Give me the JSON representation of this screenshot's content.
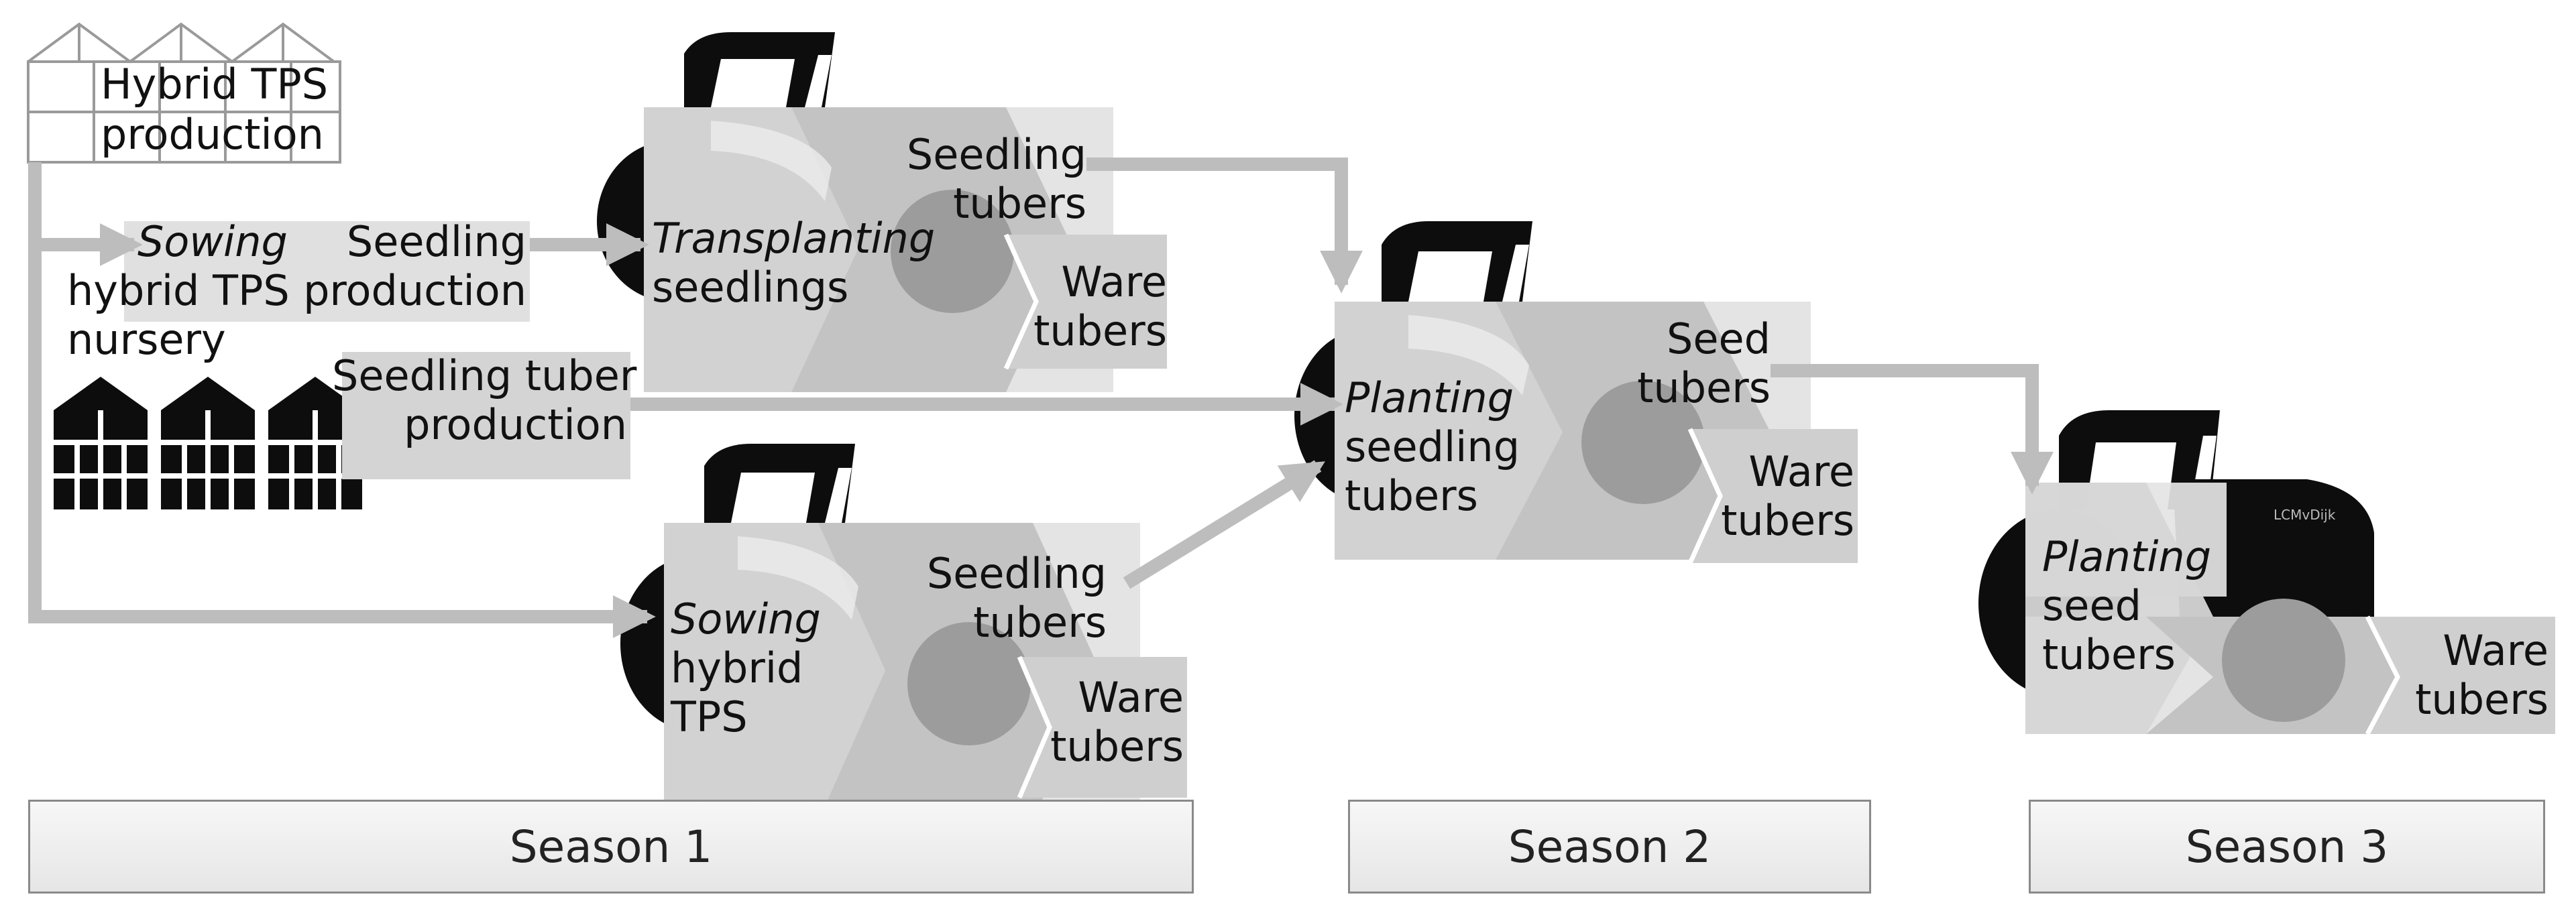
{
  "diagram": {
    "hybrid_tps_line1": "Hybrid TPS",
    "hybrid_tps_line2": "production",
    "sowing_nursery": {
      "verb": "Sowing",
      "line2": "hybrid TPS",
      "line3": "nursery"
    },
    "seedling_production": {
      "line1": "Seedling",
      "line2": "production"
    },
    "seedling_tuber_production": {
      "line1": "Seedling tuber",
      "line2": "production"
    },
    "transplanting": {
      "verb": "Transplanting",
      "line2": "seedlings"
    },
    "sowing_field": {
      "verb": "Sowing",
      "line2": "hybrid",
      "line3": "TPS"
    },
    "planting_seedling": {
      "verb": "Planting",
      "line2": "seedling",
      "line3": "tubers"
    },
    "planting_seed": {
      "verb": "Planting",
      "line2": "seed",
      "line3": "tubers"
    },
    "output_seedling_tubers": {
      "line1": "Seedling",
      "line2": "tubers"
    },
    "output_seed_tubers": {
      "line1": "Seed",
      "line2": "tubers"
    },
    "output_ware_tubers": {
      "line1": "Ware",
      "line2": "tubers"
    },
    "tractor_brand": "LCMvDijk"
  },
  "seasons": [
    "Season 1",
    "Season 2",
    "Season 3"
  ],
  "colors": {
    "arrow": "#bdbdbd",
    "panel_light": "#e4e4e4",
    "panel_mid": "#c6c6c6",
    "panel_dark": "#a9a9a9",
    "tractor": "#0d0d0d"
  }
}
